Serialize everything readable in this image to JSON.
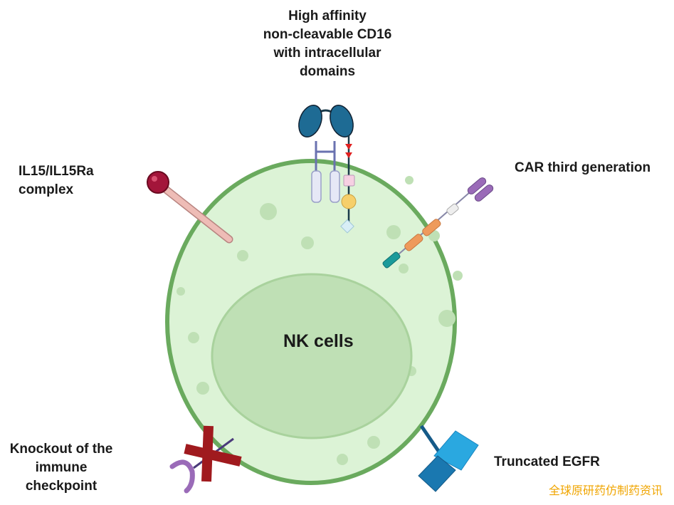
{
  "labels": {
    "cd16": [
      "High affinity",
      "non-cleavable CD16",
      "with intracellular",
      "domains"
    ],
    "il15": [
      "IL15/IL15Ra",
      "complex"
    ],
    "car": [
      "CAR third generation"
    ],
    "knockout": [
      "Knockout of the",
      "immune",
      "checkpoint"
    ],
    "egfr": [
      "Truncated EGFR"
    ],
    "nucleus": "NK cells"
  },
  "watermark": "全球原研药仿制药资讯",
  "colors": {
    "cell_fill": "#dcf3d6",
    "cell_border": "#6aaa5e",
    "nucleus_fill": "#bfe0b5",
    "cd16": "#1e6b94",
    "il15_ball": "#a3153a",
    "il15_stalk": "#e9b8b3",
    "car_scfv": "#9a6bb8",
    "car_costim": "#ee9a5c",
    "car_cd3z": "#1a9a9a",
    "knockout_x": "#a01a1e",
    "checkpoint": "#9a6bb8",
    "egfr": "#1a86c0"
  }
}
